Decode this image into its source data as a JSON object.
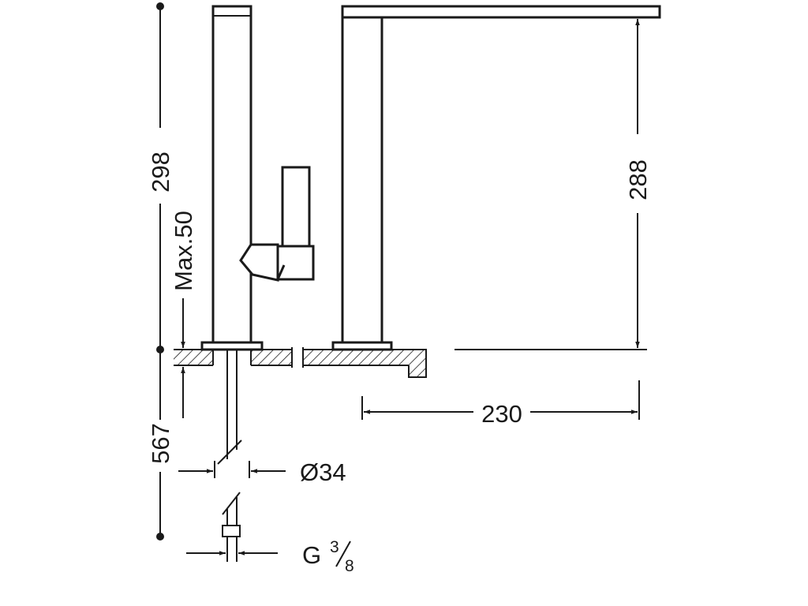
{
  "dimensions": {
    "total_height": "298",
    "max_deck": "Max.50",
    "hose_length": "567",
    "spout_height": "288",
    "spout_reach": "230",
    "hole_diameter": "Ø34",
    "connection_g": "G",
    "connection_num": "3",
    "connection_den": "8"
  }
}
